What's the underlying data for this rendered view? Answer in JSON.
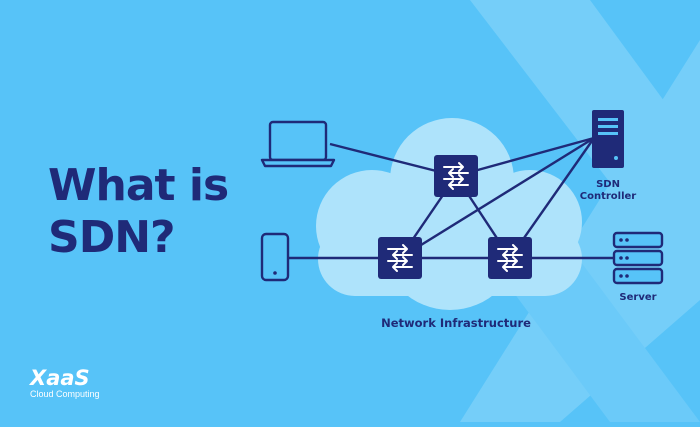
{
  "headline": {
    "line1": "What is",
    "line2": "SDN?"
  },
  "diagram": {
    "cloud_label": "Network Infrastructure",
    "controller_label_line1": "SDN",
    "controller_label_line2": "Controller",
    "server_label": "Server",
    "switch_icon": "switch-icon",
    "laptop_icon": "laptop-icon",
    "phone_icon": "smartphone-icon",
    "controller_icon": "tower-server-icon",
    "server_icon": "rack-server-icon"
  },
  "logo": {
    "main": "XaaS",
    "sub": "Cloud Computing"
  },
  "colors": {
    "background": "#57c3f8",
    "accent_light": "#8fd8fb",
    "cloud": "#aee3fb",
    "navy": "#1f2a78",
    "white": "#ffffff"
  }
}
